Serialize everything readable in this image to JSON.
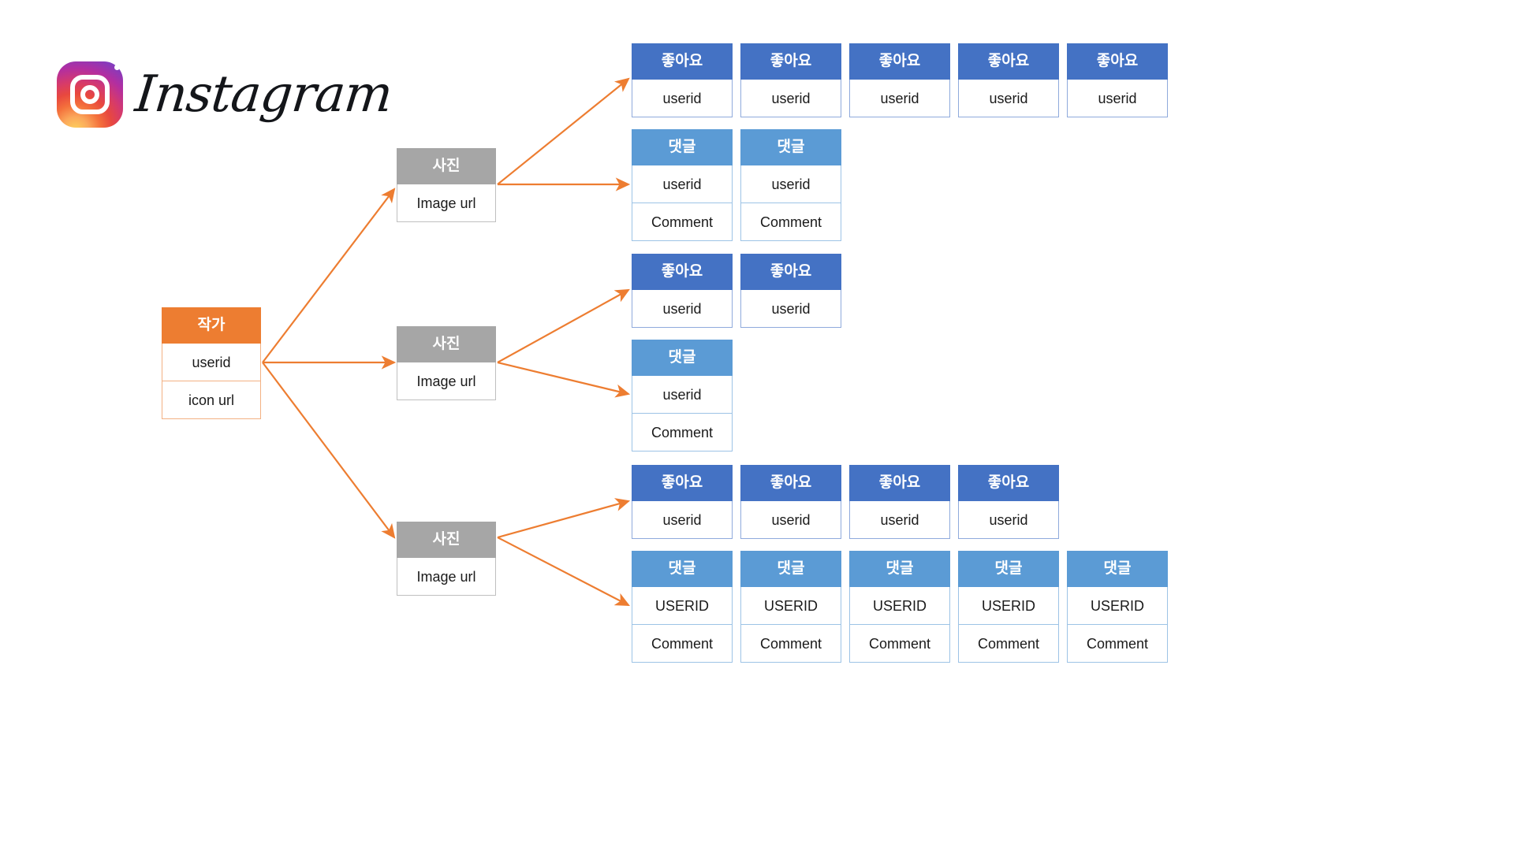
{
  "brand": {
    "name": "Instagram",
    "logo_icon": "instagram-camera-icon"
  },
  "colors": {
    "author_header": "#ED7D31",
    "photo_header": "#A6A6A6",
    "like_header": "#4472C4",
    "comment_header": "#5B9BD5",
    "connector": "#ED7D31",
    "background": "#FFFFFF",
    "header_text": "#FFFFFF",
    "cell_text": "#1A1A1A"
  },
  "labels": {
    "author": "작가",
    "photo": "사진",
    "like": "좋아요",
    "comment": "댓글",
    "userid": "userid",
    "userid_upper": "USERID",
    "icon_url": "icon url",
    "image_url": "Image url",
    "comment_text": "Comment"
  },
  "root": {
    "title": "작가",
    "rows": [
      "userid",
      "icon url"
    ]
  },
  "photos": [
    {
      "title": "사진",
      "rows": [
        "Image url"
      ],
      "likes": [
        {
          "title": "좋아요",
          "rows": [
            "userid"
          ]
        },
        {
          "title": "좋아요",
          "rows": [
            "userid"
          ]
        },
        {
          "title": "좋아요",
          "rows": [
            "userid"
          ]
        },
        {
          "title": "좋아요",
          "rows": [
            "userid"
          ]
        },
        {
          "title": "좋아요",
          "rows": [
            "userid"
          ]
        }
      ],
      "comments": [
        {
          "title": "댓글",
          "rows": [
            "userid",
            "Comment"
          ]
        },
        {
          "title": "댓글",
          "rows": [
            "userid",
            "Comment"
          ]
        }
      ]
    },
    {
      "title": "사진",
      "rows": [
        "Image url"
      ],
      "likes": [
        {
          "title": "좋아요",
          "rows": [
            "userid"
          ]
        },
        {
          "title": "좋아요",
          "rows": [
            "userid"
          ]
        }
      ],
      "comments": [
        {
          "title": "댓글",
          "rows": [
            "userid",
            "Comment"
          ]
        }
      ]
    },
    {
      "title": "사진",
      "rows": [
        "Image url"
      ],
      "likes": [
        {
          "title": "좋아요",
          "rows": [
            "userid"
          ]
        },
        {
          "title": "좋아요",
          "rows": [
            "userid"
          ]
        },
        {
          "title": "좋아요",
          "rows": [
            "userid"
          ]
        },
        {
          "title": "좋아요",
          "rows": [
            "userid"
          ]
        }
      ],
      "comments": [
        {
          "title": "댓글",
          "rows": [
            "USERID",
            "Comment"
          ]
        },
        {
          "title": "댓글",
          "rows": [
            "USERID",
            "Comment"
          ]
        },
        {
          "title": "댓글",
          "rows": [
            "USERID",
            "Comment"
          ]
        },
        {
          "title": "댓글",
          "rows": [
            "USERID",
            "Comment"
          ]
        },
        {
          "title": "댓글",
          "rows": [
            "USERID",
            "Comment"
          ]
        }
      ]
    }
  ]
}
